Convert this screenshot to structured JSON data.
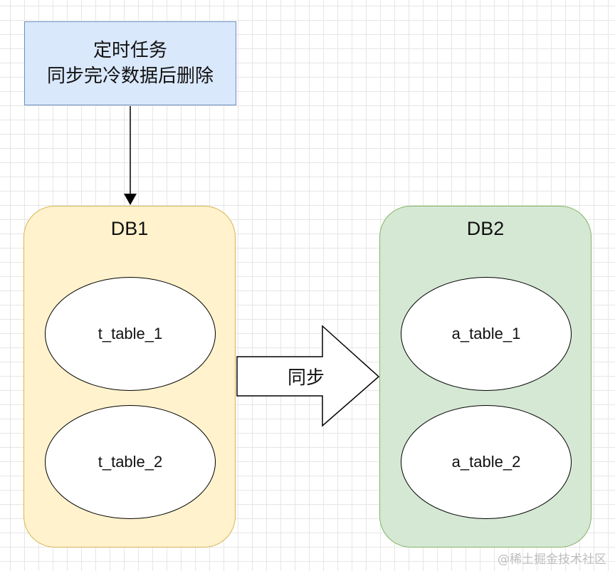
{
  "task": {
    "line1": "定时任务",
    "line2": "同步完冷数据后删除"
  },
  "db1": {
    "title": "DB1",
    "tables": [
      "t_table_1",
      "t_table_2"
    ]
  },
  "db2": {
    "title": "DB2",
    "tables": [
      "a_table_1",
      "a_table_2"
    ]
  },
  "sync_label": "同步",
  "watermark": "@稀土掘金技术社区",
  "colors": {
    "task_fill": "#dae8fc",
    "task_stroke": "#6c8ebf",
    "db1_fill": "#fff2cc",
    "db1_stroke": "#d6b656",
    "db2_fill": "#d5e8d4",
    "db2_stroke": "#82b366"
  }
}
